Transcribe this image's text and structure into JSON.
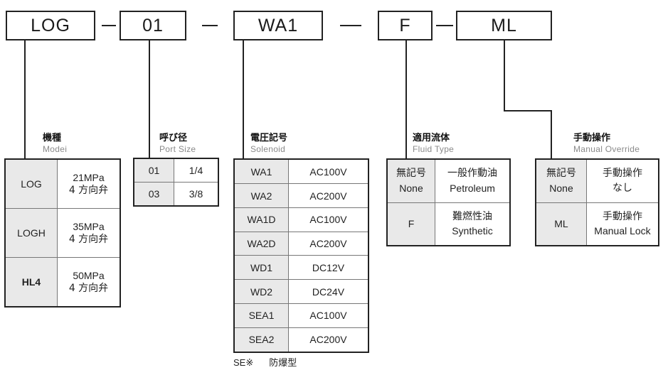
{
  "code": {
    "parts": [
      "LOG",
      "01",
      "WA1",
      "F",
      "ML"
    ]
  },
  "model": {
    "title_jp": "機種",
    "title_en": "Modei",
    "rows": [
      {
        "name": "LOG",
        "pressure": "21MPa",
        "valve": "4 方向弁"
      },
      {
        "name": "LOGH",
        "pressure": "35MPa",
        "valve": "4 方向弁"
      },
      {
        "name": "HL4",
        "pressure": "50MPa",
        "valve": "4 方向弁"
      }
    ]
  },
  "port": {
    "title_jp": "呼び径",
    "title_en": "Port Size",
    "rows": [
      {
        "code": "01",
        "size": "1/4"
      },
      {
        "code": "03",
        "size": "3/8"
      }
    ]
  },
  "solenoid": {
    "title_jp": "電圧記号",
    "title_en": "Solenoid",
    "rows": [
      {
        "code": "WA1",
        "voltage": "AC100V"
      },
      {
        "code": "WA2",
        "voltage": "AC200V"
      },
      {
        "code": "WA1D",
        "voltage": "AC100V"
      },
      {
        "code": "WA2D",
        "voltage": "AC200V"
      },
      {
        "code": "WD1",
        "voltage": "DC12V"
      },
      {
        "code": "WD2",
        "voltage": "DC24V"
      },
      {
        "code": "SEA1",
        "voltage": "AC100V"
      },
      {
        "code": "SEA2",
        "voltage": "AC200V"
      }
    ],
    "note_code": "SE※",
    "note_text": "防爆型"
  },
  "fluid": {
    "title_jp": "適用流体",
    "title_en": "Fluid Type",
    "rows": [
      {
        "code_jp": "無記号",
        "code_en": "None",
        "desc_jp": "一般作動油",
        "desc_en": "Petroleum"
      },
      {
        "code_jp": "",
        "code_en": "F",
        "desc_jp": "難燃性油",
        "desc_en": "Synthetic"
      }
    ]
  },
  "override": {
    "title_jp": "手動操作",
    "title_en": "Manual Override",
    "rows": [
      {
        "code_jp": "無記号",
        "code_en": "None",
        "desc_jp": "手動操作",
        "desc_en": "なし"
      },
      {
        "code_jp": "",
        "code_en": "ML",
        "desc_jp": "手動操作",
        "desc_en": "Manual Lock"
      }
    ]
  }
}
